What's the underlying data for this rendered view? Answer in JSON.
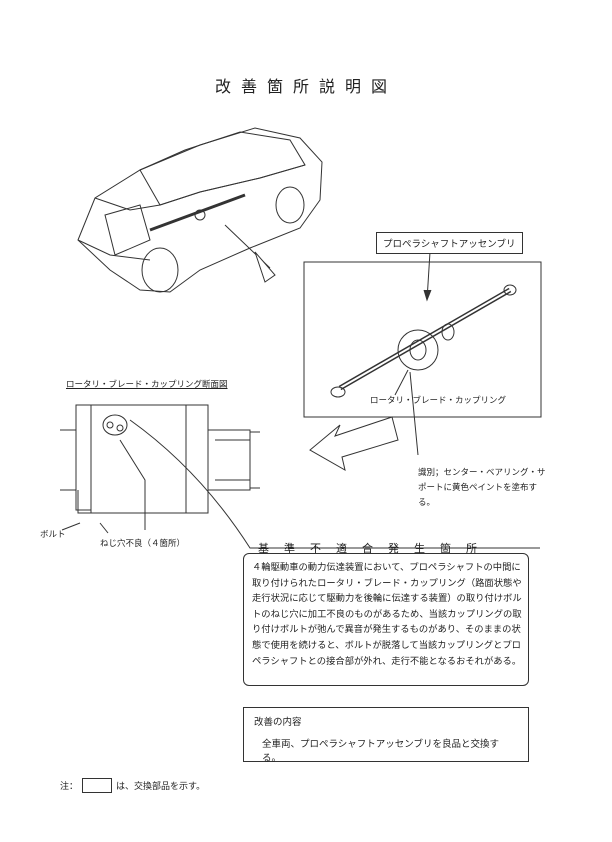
{
  "document": {
    "title": "改善箇所説明図"
  },
  "callouts": {
    "assembly_label": "プロペラシャフトアッセンブリ",
    "coupling_label": "ロータリ・ブレード・カップリング",
    "section_title": "ロータリ・ブレード・カップリング断面図",
    "identification": "識別；センター・ベアリング・サポートに黄色ペイントを塗布する。",
    "bolt_label": "ボルト",
    "thread_hole_label": "ねじ穴不良（４箇所）"
  },
  "defect": {
    "heading": "基準不適合発生箇所",
    "body": "４輪駆動車の動力伝達装置において、プロペラシャフトの中間に取り付けられたロータリ・ブレード・カップリング（路面状態や走行状況に応じて駆動力を後輪に伝達する装置）の取り付けボルトのねじ穴に加工不良のものがあるため、当該カップリングの取り付けボルトが弛んで異音が発生するものがあり、そのままの状態で使用を続けると、ボルトが脱落して当該カップリングとプロペラシャフトとの接合部が外れ、走行不能となるおそれがある。"
  },
  "remedy": {
    "heading": "改善の内容",
    "body": "全車両、プロペラシャフトアッセンブリを良品と交換する。"
  },
  "note": {
    "prefix": "注：",
    "suffix": "は、交換部品を示す。"
  }
}
